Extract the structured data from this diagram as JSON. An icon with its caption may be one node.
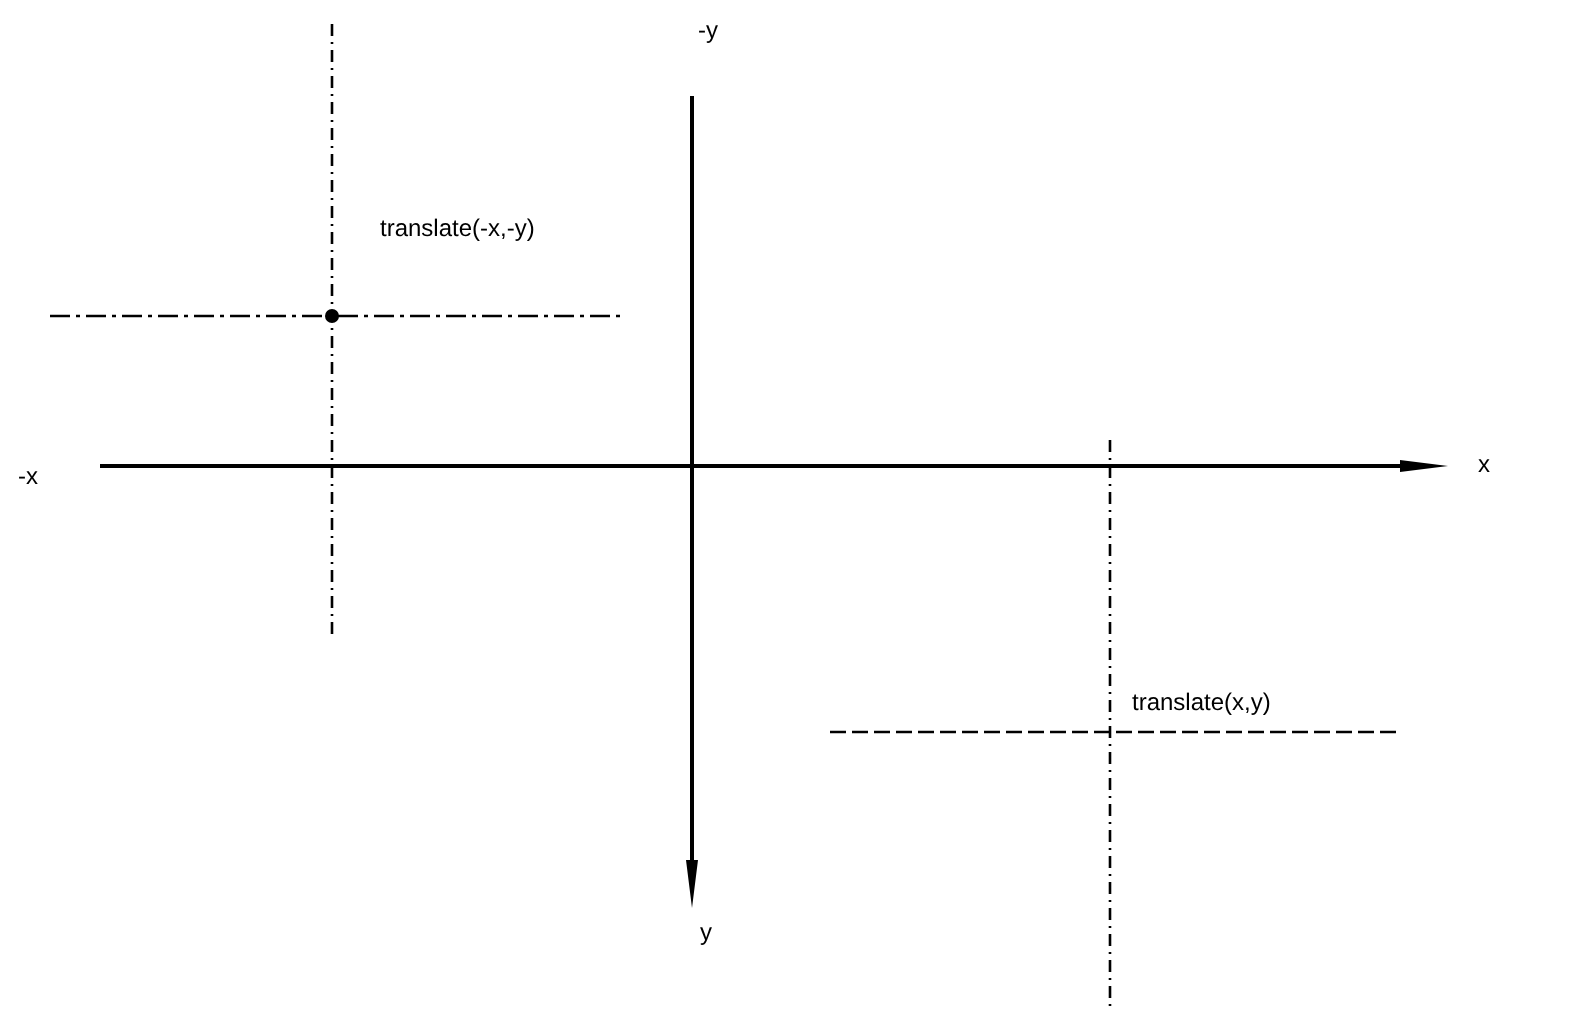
{
  "diagram": {
    "labels": [
      "-y",
      "translate(-x,-y)",
      "-x",
      "x",
      "translate(x,y)",
      "y"
    ]
  }
}
